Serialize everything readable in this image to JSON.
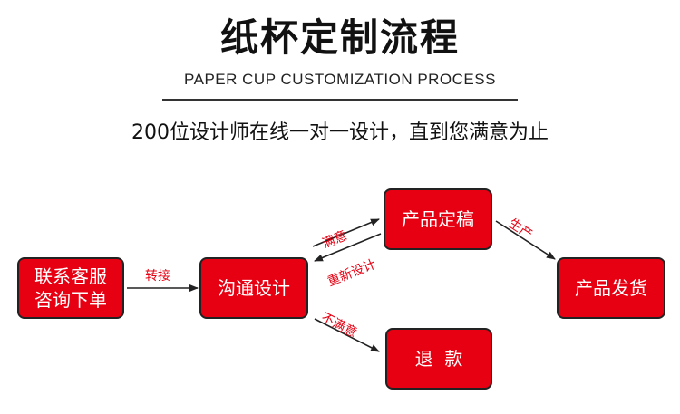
{
  "header": {
    "title": "纸杯定制流程",
    "subtitle": "PAPER CUP CUSTOMIZATION PROCESS",
    "tagline": "200位设计师在线一对一设计，直到您满意为止"
  },
  "nodes": {
    "contact": {
      "line1": "联系客服",
      "line2": "咨询下单"
    },
    "design": "沟通设计",
    "finalize": "产品定稿",
    "ship": "产品发货",
    "refund": "退  款"
  },
  "edges": {
    "transfer": "转接",
    "satisfied": "满意",
    "redesign": "重新设计",
    "production": "生产",
    "unsatisfied": "不满意"
  },
  "colors": {
    "box_fill": "#e60012",
    "box_border": "#222222",
    "label_color": "#e60012",
    "arrow_color": "#222222"
  }
}
